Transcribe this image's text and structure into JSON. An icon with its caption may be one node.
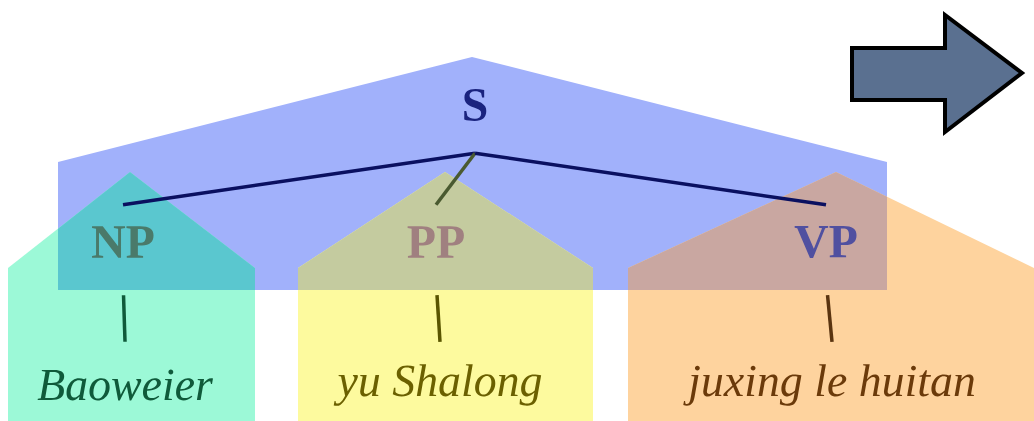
{
  "diagram": {
    "nodes": [
      {
        "text": [
          "S"
        ]
      },
      {
        "text": [
          "NP"
        ]
      },
      {
        "text": [
          "PP"
        ]
      },
      {
        "text": [
          "VP"
        ]
      },
      {
        "text": [
          "Baoweier"
        ]
      },
      {
        "text": [
          "yu Shalong"
        ]
      },
      {
        "text": [
          "juxing le huitan"
        ]
      }
    ],
    "edges": [
      {
        "from": 0,
        "to": 1,
        "arrow": "none",
        "color": "#0a1060"
      },
      {
        "from": 0,
        "to": 2,
        "arrow": "none",
        "color": "#4a5a30"
      },
      {
        "from": 0,
        "to": 3,
        "arrow": "none",
        "color": "#0a1060"
      },
      {
        "from": 1,
        "to": 4,
        "arrow": "none",
        "color": "#0f5a3a"
      },
      {
        "from": 2,
        "to": 5,
        "arrow": "none",
        "color": "#5a5500"
      },
      {
        "from": 3,
        "to": 6,
        "arrow": "none",
        "color": "#5a3410"
      }
    ]
  }
}
